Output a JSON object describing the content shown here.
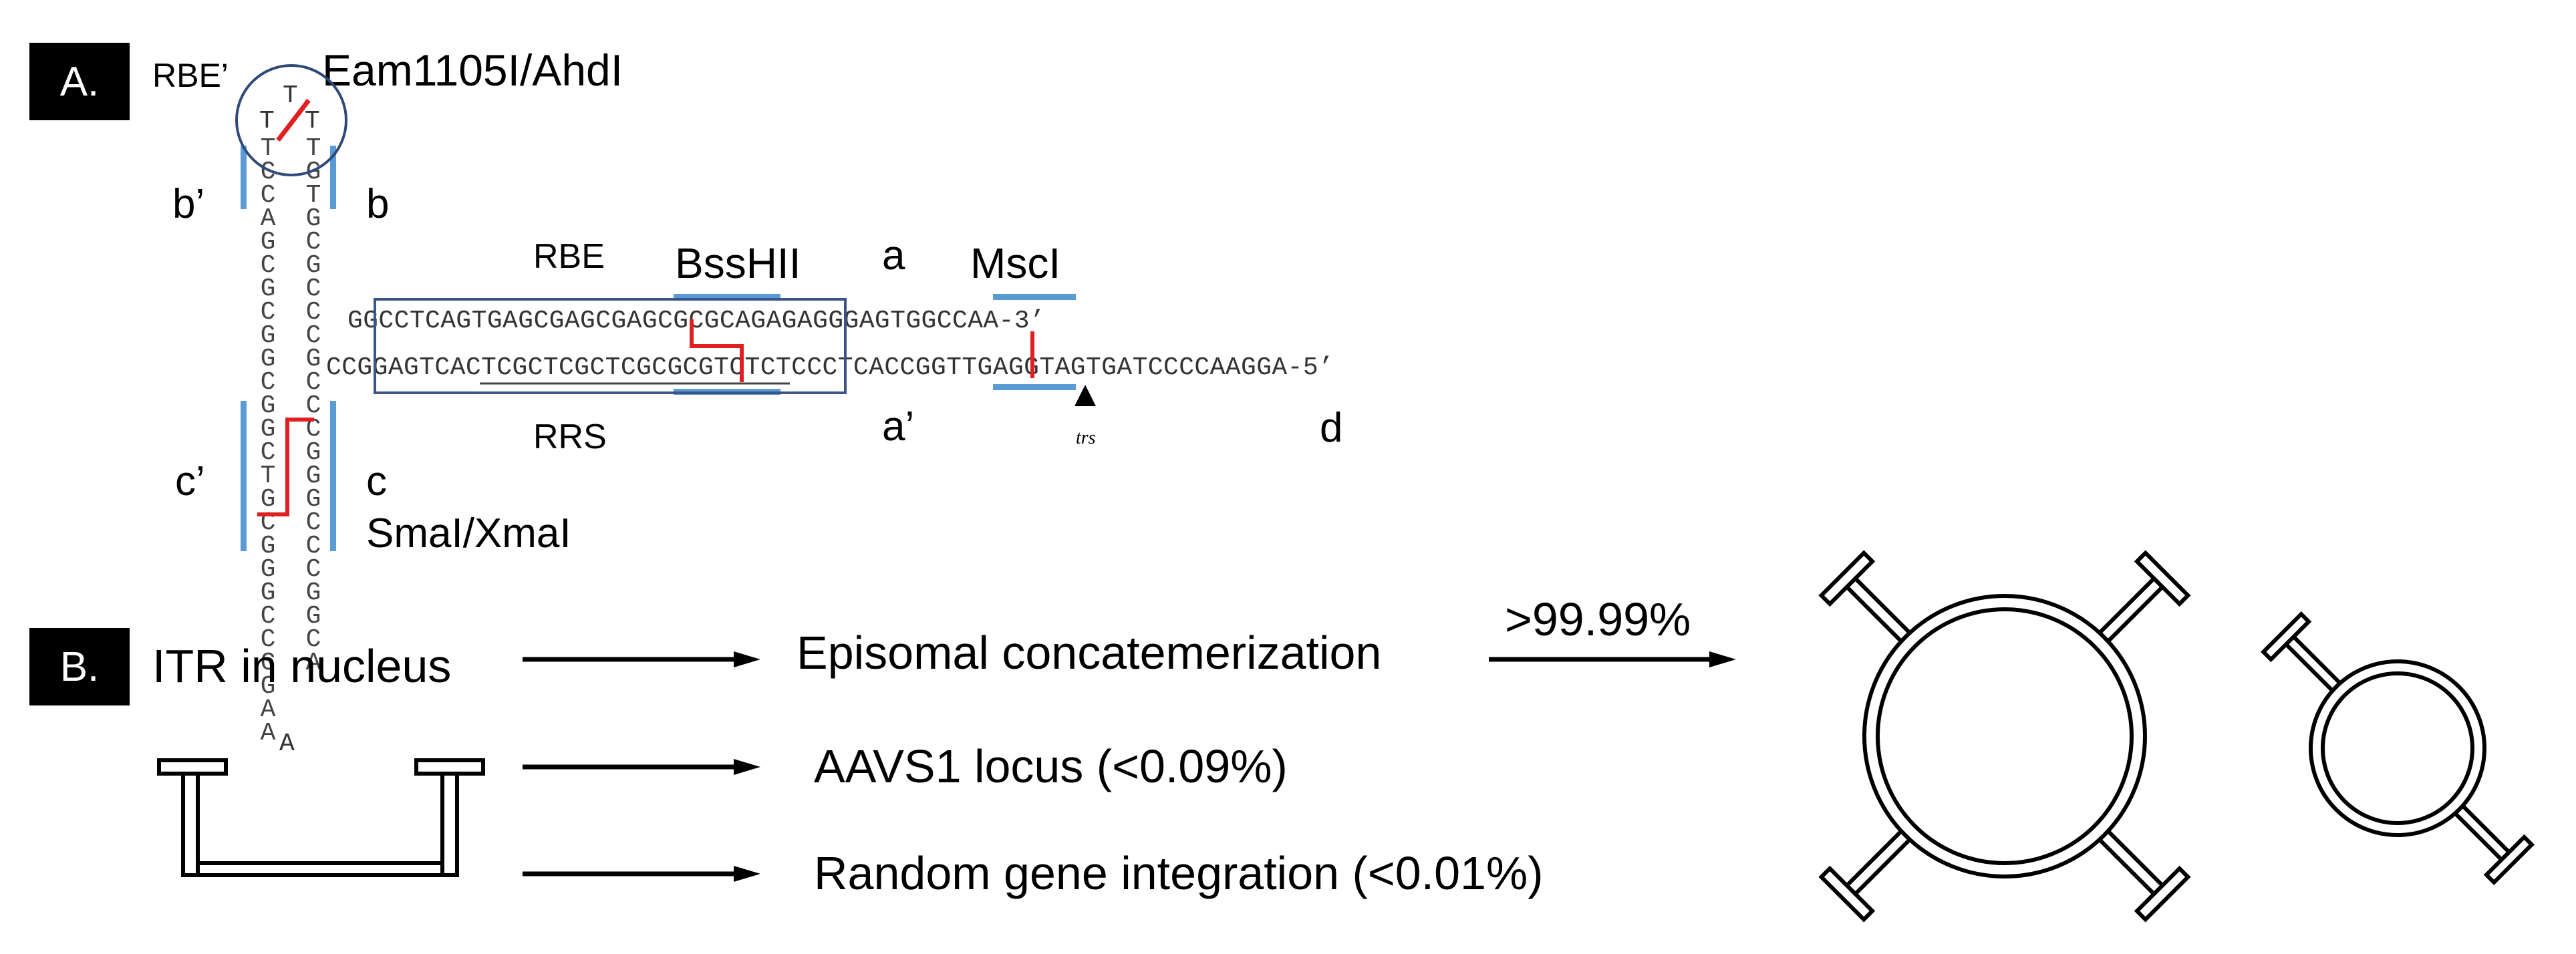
{
  "panel_a": {
    "tag": "A.",
    "labels": {
      "rbe_prime": "RBE’",
      "eam": "Eam1105I/AhdI",
      "b_prime": "b’",
      "b": "b",
      "rbe": "RBE",
      "bsshii": "BssHII",
      "a": "a",
      "mscl": "MscI",
      "rrs": "RRS",
      "a_prime": "a’",
      "trs": "trs",
      "d": "d",
      "c_prime": "c’",
      "c": "c",
      "smai": "SmaI/XmaI"
    },
    "sequences": {
      "top_strand": "GGCCTCAGTGAGCGAGCGAGCGCGCAGAGAGGGAGTGGCCAA-3’",
      "bottom_strand": "CCGGAGTCACTCGCTCGCTCGCGCGTCTCTCCCTCACCGGTTGAGGTAGTGATCCCCAAGGA-5’",
      "left_arm": "TCCAGCGCGGCGGCTGCGGGCCCGAA",
      "right_arm": "TGTGCGCCCGCCCGGGCCCGGCA",
      "loop_top": "T",
      "loop_left": "T",
      "loop_right": "T",
      "hairpin_bottom": "A"
    }
  },
  "panel_b": {
    "tag": "B.",
    "itr": "ITR in nucleus",
    "episomal": "Episomal concatemerization",
    "pct_episomal": ">99.99%",
    "aavs1": "AAVS1 locus (<0.09%)",
    "random": "Random gene integration (<0.01%)"
  },
  "colors": {
    "accent_blue": "#5b9bd5",
    "circle_stroke": "#2f4a7a",
    "red": "#e02020",
    "box_stroke": "#3a5488"
  }
}
